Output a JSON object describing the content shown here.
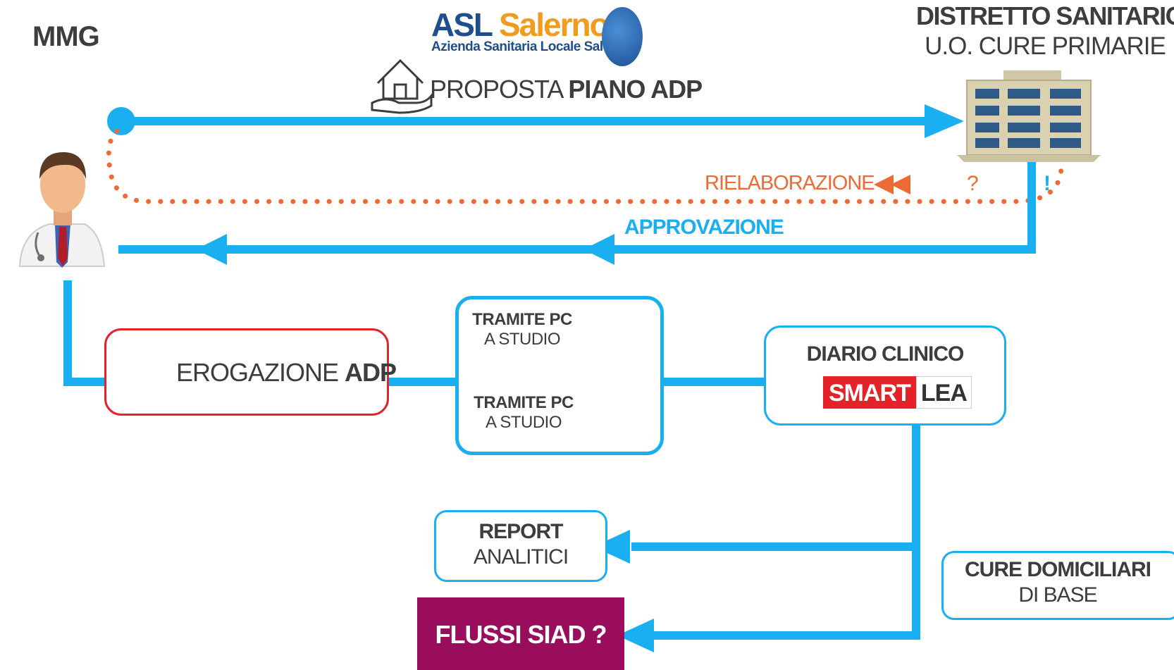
{
  "actors": {
    "mmg": "MMG",
    "distretto_line1": "DISTRETTO SANITARIO",
    "distretto_line2": "U.O. CURE PRIMARIE"
  },
  "logo": {
    "asl_part1": "ASL",
    "asl_part2": "Salerno",
    "subtitle": "Azienda Sanitaria Locale Salerno"
  },
  "flows": {
    "proposta_normal": "PROPOSTA",
    "proposta_bold": "PIANO ADP",
    "rielaborazione": "RIELABORAZIONE",
    "question_mark": "?",
    "exclamation": "!",
    "approvazione": "APPROVAZIONE"
  },
  "erogazione": {
    "normal": "EROGAZIONE",
    "bold": "ADP"
  },
  "devices": [
    {
      "line1": "TRAMITE PC",
      "line2": "A STUDIO",
      "icon": "desktop-icon"
    },
    {
      "line1": "TRAMITE PC",
      "line2": "A STUDIO",
      "icon": "tablet-touch-icon"
    }
  ],
  "diario": {
    "label": "DIARIO CLINICO",
    "smart": "SMART",
    "lea": "LEA"
  },
  "report": {
    "line1": "REPORT",
    "line2": "ANALITICI"
  },
  "flussi": {
    "label": "FLUSSI SIAD ?"
  },
  "cure": {
    "line1": "CURE DOMICILIARI",
    "line2": "DI BASE"
  },
  "colors": {
    "flow_blue": "#1aaff0",
    "rework_orange": "#ee6a35",
    "erogazione_red": "#e3222a",
    "flussi_magenta": "#9a0d5c",
    "text_dark": "#3d3d3d"
  }
}
